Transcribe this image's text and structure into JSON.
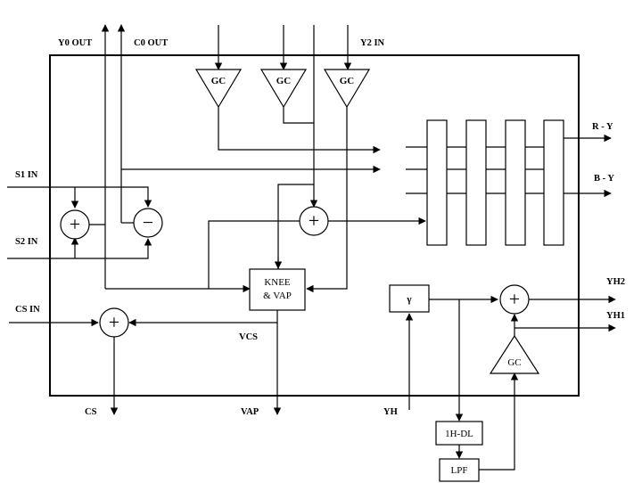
{
  "signals": {
    "y0_out": "Y0 OUT",
    "c0_out": "C0 OUT",
    "y2_in": "Y2 IN",
    "s1_in": "S1 IN",
    "s2_in": "S2 IN",
    "cs_in": "CS IN",
    "r_y": "R - Y",
    "b_y": "B - Y",
    "yh2": "YH2",
    "yh1": "YH1",
    "vcs": "VCS",
    "cs": "CS",
    "vap": "VAP",
    "yh": "YH"
  },
  "blocks": {
    "gc": "GC",
    "knee_line1": "KNEE",
    "knee_line2": "& VAP",
    "gamma": "γ",
    "delay": "1H-DL",
    "lpf": "LPF",
    "plus": "+",
    "minus": "−"
  }
}
